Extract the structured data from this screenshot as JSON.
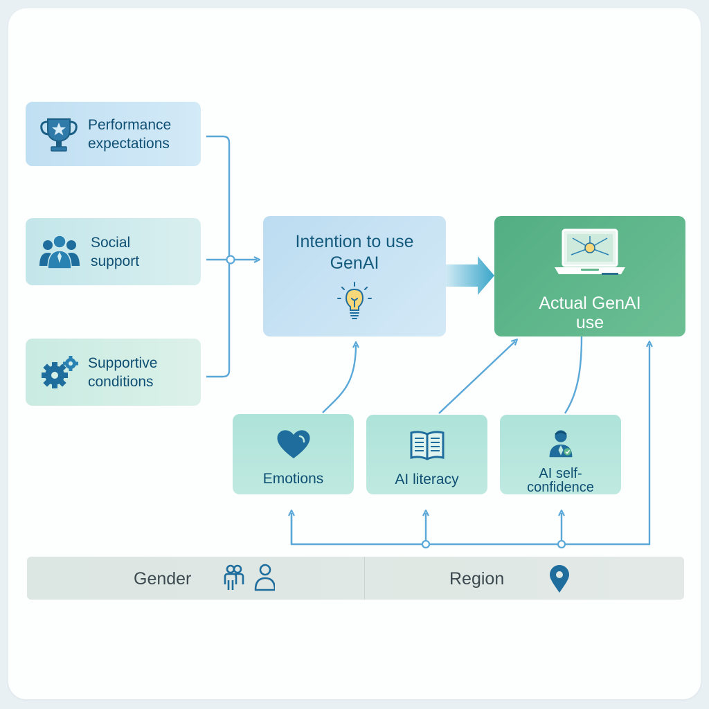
{
  "inputs": {
    "performance": {
      "label": "Performance expectations",
      "icon": "trophy-icon"
    },
    "social": {
      "label": "Social support",
      "icon": "people-group-icon"
    },
    "supportive": {
      "label": "Supportive conditions",
      "icon": "gears-icon"
    }
  },
  "intention": {
    "label": "Intention to use GenAI",
    "icon": "lightbulb-icon"
  },
  "actual": {
    "label": "Actual GenAI use",
    "icon": "laptop-icon"
  },
  "factors": {
    "emotions": {
      "label": "Emotions",
      "icon": "heart-icon"
    },
    "literacy": {
      "label": "AI literacy",
      "icon": "book-icon"
    },
    "confidence": {
      "label": "AI self-confidence",
      "icon": "person-icon"
    }
  },
  "moderators": {
    "gender": {
      "label": "Gender",
      "icon": "gender-icon"
    },
    "region": {
      "label": "Region",
      "icon": "location-pin-icon"
    }
  },
  "colors": {
    "connector": "#5aa8d8",
    "text_dark": "#0f4f73",
    "actual_fill": "#5db689",
    "intention_fill": "#c6e2f4",
    "factor_fill": "#b6e6dd"
  }
}
